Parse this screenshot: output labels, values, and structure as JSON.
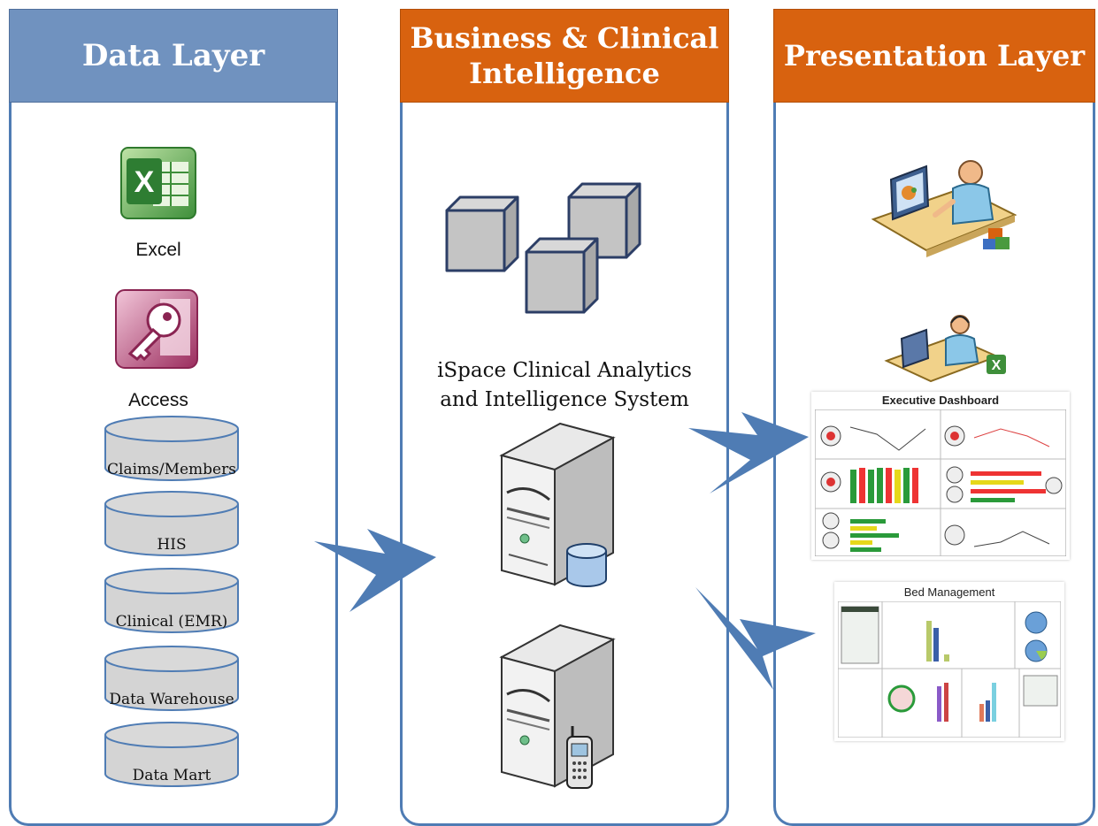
{
  "data_layer": {
    "title": "Data Layer",
    "apps": [
      {
        "label": "Excel",
        "icon": "excel-icon"
      },
      {
        "label": "Access",
        "icon": "access-icon"
      }
    ],
    "databases": [
      "Claims/Members",
      "HIS",
      "Clinical (EMR)",
      "Data Warehouse",
      "Data Mart"
    ]
  },
  "bi_layer": {
    "title_line1": "Business & Clinical",
    "title_line2": "Intelligence",
    "system_line1": "iSpace Clinical Analytics",
    "system_line2": "and Intelligence System"
  },
  "presentation_layer": {
    "title": "Presentation Layer",
    "dashboards": [
      {
        "title": "Executive Dashboard"
      },
      {
        "title": "Bed Management"
      }
    ]
  },
  "colors": {
    "blue_header": "#7092bf",
    "orange_header": "#d8620f",
    "panel_border": "#4f7cb4",
    "arrow": "#4f7cb4"
  }
}
